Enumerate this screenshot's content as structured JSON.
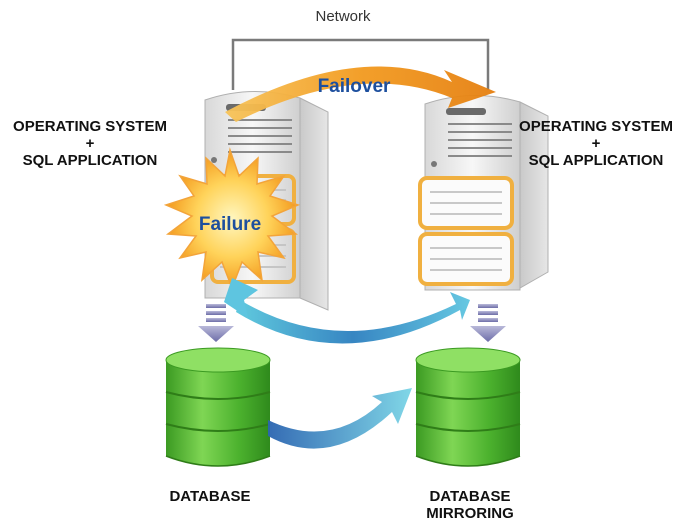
{
  "network": {
    "label": "Network"
  },
  "failover": {
    "label": "Failover"
  },
  "failure": {
    "label": "Failure"
  },
  "left_server": {
    "line1": "OPERATING SYSTEM",
    "line2": "+",
    "line3": "SQL APPLICATION"
  },
  "right_server": {
    "line1": "OPERATING SYSTEM",
    "line2": "+",
    "line3": "SQL APPLICATION"
  },
  "database": {
    "label": "DATABASE"
  },
  "database_mirroring": {
    "line1": "DATABASE",
    "line2": "MIRRORING"
  },
  "colors": {
    "failover_arrow": "#f5a623",
    "sync_arrow": "#4ab3d9",
    "database_green": "#4caf2f",
    "server_gray": "#e8e8e8",
    "highlight_orange": "#f0b040",
    "text_blue": "#1d4f9e"
  }
}
